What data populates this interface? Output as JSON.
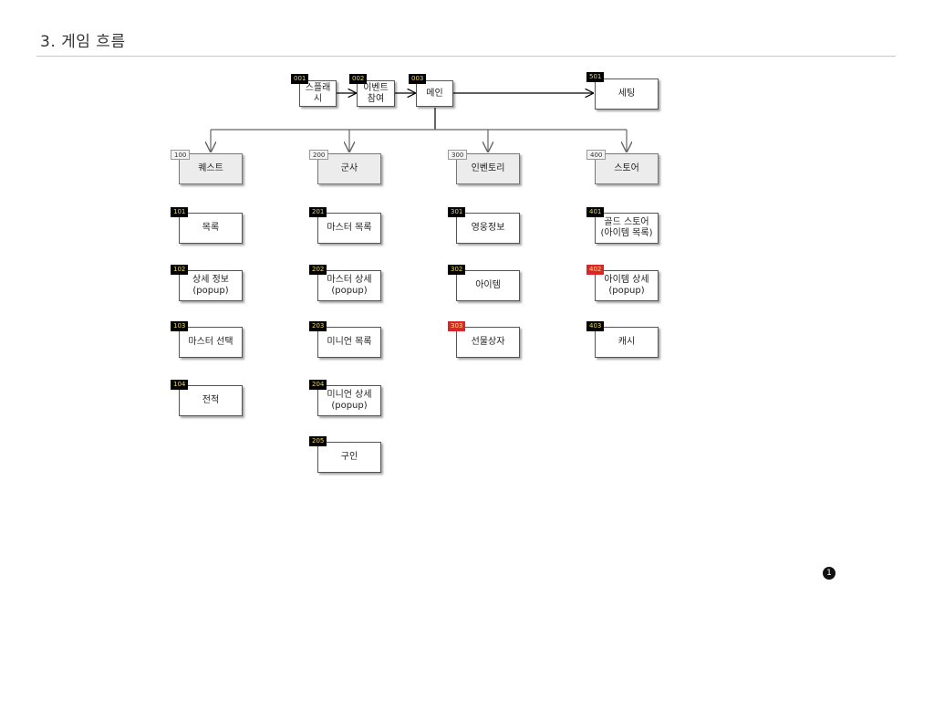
{
  "header": {
    "title": "3. 게임 흐름"
  },
  "marker": "1",
  "colors": {
    "badge_dark": "#000000",
    "badge_text": "#f1d84a",
    "badge_red": "#d8262a",
    "node_grey": "#ececec"
  },
  "nodes": [
    {
      "code": "001",
      "label": "스플래시",
      "badge": "dark"
    },
    {
      "code": "002",
      "label": "이벤트\n참여",
      "badge": "dark"
    },
    {
      "code": "003",
      "label": "메인",
      "badge": "dark"
    },
    {
      "code": "501",
      "label": "세팅",
      "badge": "dark"
    },
    {
      "code": "100",
      "label": "퀘스트",
      "badge": "light"
    },
    {
      "code": "200",
      "label": "군사",
      "badge": "light"
    },
    {
      "code": "300",
      "label": "인벤토리",
      "badge": "light"
    },
    {
      "code": "400",
      "label": "스토어",
      "badge": "light"
    },
    {
      "code": "101",
      "label": "목록",
      "badge": "dark"
    },
    {
      "code": "102",
      "label": "상세 정보\n(popup)",
      "badge": "dark"
    },
    {
      "code": "103",
      "label": "마스터 선택",
      "badge": "dark"
    },
    {
      "code": "104",
      "label": "전적",
      "badge": "dark"
    },
    {
      "code": "201",
      "label": "마스터 목록",
      "badge": "dark"
    },
    {
      "code": "202",
      "label": "마스터 상세\n(popup)",
      "badge": "dark"
    },
    {
      "code": "203",
      "label": "미니언 목록",
      "badge": "dark"
    },
    {
      "code": "204",
      "label": "미니언 상세\n(popup)",
      "badge": "dark"
    },
    {
      "code": "205",
      "label": "구인",
      "badge": "dark"
    },
    {
      "code": "301",
      "label": "영웅정보",
      "badge": "dark"
    },
    {
      "code": "302",
      "label": "아이템",
      "badge": "dark"
    },
    {
      "code": "303",
      "label": "선물상자",
      "badge": "red"
    },
    {
      "code": "401",
      "label": "골드 스토어\n(아이템 목록)",
      "badge": "dark"
    },
    {
      "code": "402",
      "label": "아이템 상세\n(popup)",
      "badge": "red"
    },
    {
      "code": "403",
      "label": "캐시",
      "badge": "dark"
    }
  ]
}
